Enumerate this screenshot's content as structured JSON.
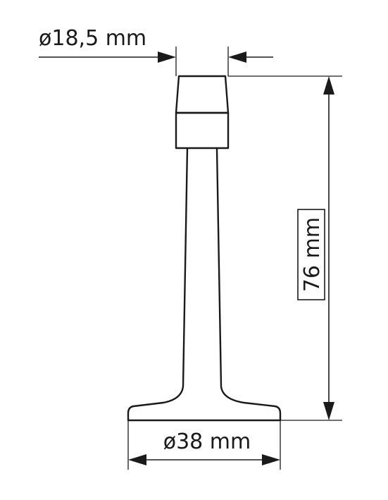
{
  "diagram": {
    "colors": {
      "stroke": "#1a1a1a",
      "background": "#ffffff"
    },
    "dimensions": {
      "top_diameter": "ø18,5 mm",
      "height": "76 mm",
      "base_diameter": "ø38 mm"
    }
  }
}
